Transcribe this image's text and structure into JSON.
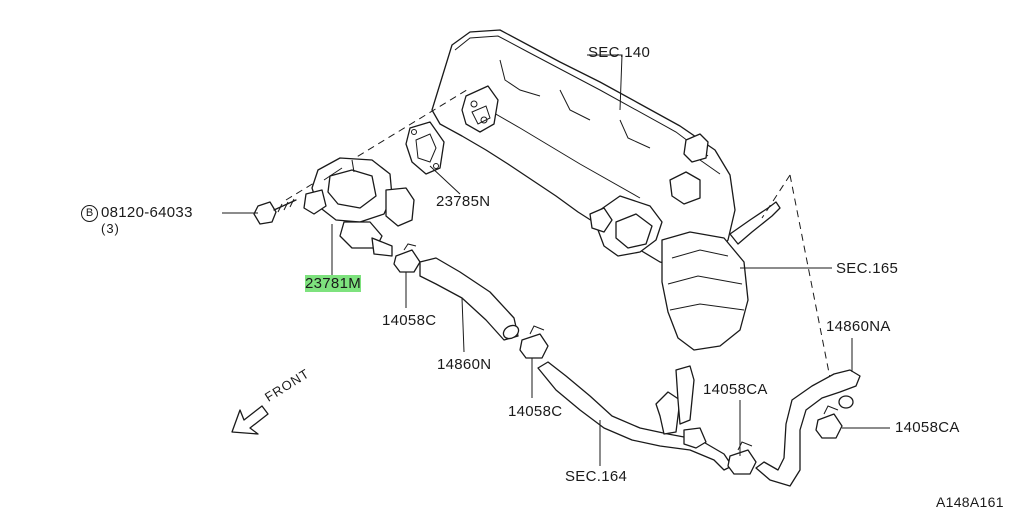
{
  "labels": {
    "sec140": "SEC.140",
    "part23785n": "23785N",
    "bolt_symbol": "B",
    "bolt_part": "08120-64033",
    "bolt_qty": "(3)",
    "part23781m": "23781M",
    "part14058c_a": "14058C",
    "part14860n": "14860N",
    "part14058c_b": "14058C",
    "sec165": "SEC.165",
    "part14860na": "14860NA",
    "part14058ca_a": "14058CA",
    "part14058ca_b": "14058CA",
    "sec164": "SEC.164",
    "front": "FRONT",
    "diagram_id": "A148A161"
  },
  "highlight_color": "#7ee27e"
}
